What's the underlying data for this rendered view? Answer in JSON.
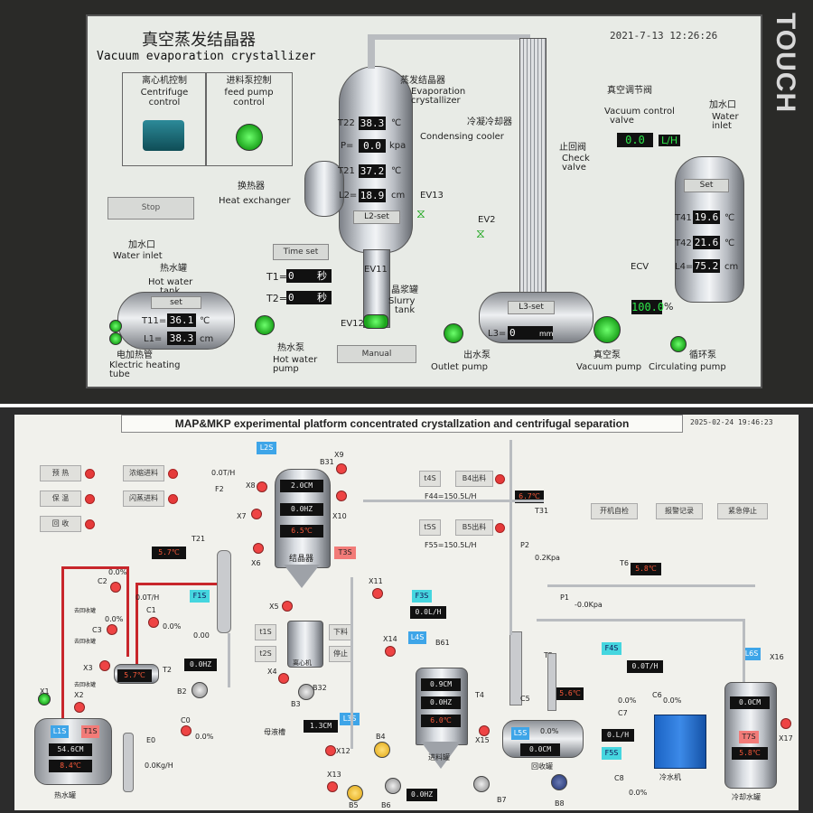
{
  "top": {
    "brand": "TOUCH",
    "title_cn": "真空蒸发结晶器",
    "title_en": "Vacuum evaporation crystallizer",
    "datetime": "2021-7-13  12:26:26",
    "centrifuge": {
      "cn": "离心机控制",
      "en1": "Centrifuge",
      "en2": "control"
    },
    "feed_pump": {
      "cn": "进料泵控制",
      "en1": "feed pump",
      "en2": "control"
    },
    "evap": {
      "cn": "蒸发结晶器",
      "en1": "Evaporation",
      "en2": "crystallizer"
    },
    "condenser": {
      "cn": "冷凝冷却器",
      "en": "Condensing cooler"
    },
    "vacuum_valve": {
      "cn": "真空调节阀",
      "en1": "Vacuum control",
      "en2": "valve"
    },
    "water_inlet_right": {
      "cn": "加水口",
      "en1": "Water",
      "en2": "inlet"
    },
    "check_valve": {
      "cn": "止回阀",
      "en1": "Check",
      "en2": "valve"
    },
    "flow_value": "0.0",
    "flow_unit": "L/H",
    "t22_label": "T22",
    "t22_value": "38.3",
    "t22_unit": "℃",
    "p_label": "P=",
    "p_value": "0.0",
    "p_unit": "kpa",
    "t21_label": "T21",
    "t21_value": "37.2",
    "t21_unit": "℃",
    "l2_label": "L2=",
    "l2_value": "18.9",
    "l2_unit": "cm",
    "l2_set": "L2-set",
    "heat_exchanger": {
      "cn": "换热器",
      "en": "Heat exchanger"
    },
    "stop": "Stop",
    "ev13": "EV13",
    "ev2": "EV2",
    "ev11": "EV11",
    "ev12": "EV12",
    "water_inlet_left": {
      "cn": "加水口",
      "en": "Water inlet"
    },
    "hot_water_tank": {
      "cn": "热水罐",
      "en1": "Hot water",
      "en2": "tank"
    },
    "tank_set": "set",
    "t11_label": "T11=",
    "t11_value": "36.1",
    "t11_unit": "℃",
    "l1_label": "L1=",
    "l1_value": "38.3",
    "l1_unit": "cm",
    "time_set": "Time set",
    "t1_label": "T1=",
    "t1_value": "0",
    "t1_unit": "秒",
    "t2_label": "T2=",
    "t2_value": "0",
    "t2_unit": "秒",
    "slurry": {
      "cn": "晶浆罐",
      "en1": "Slurry",
      "en2": "tank"
    },
    "l3_set": "L3-set",
    "l3_label": "L3=",
    "l3_value": "0",
    "l3_unit": "mm",
    "right_set": "Set",
    "t41_label": "T41",
    "t41_value": "19.6",
    "t41_unit": "℃",
    "t42_label": "T42",
    "t42_value": "21.6",
    "t42_unit": "℃",
    "l4_label": "L4=",
    "l4_value": "75.2",
    "l4_unit": "cm",
    "ecv": "ECV",
    "ecv_value": "100.0",
    "ecv_unit": "%",
    "heating_tube": {
      "cn": "电加热管",
      "en1": "Klectric heating",
      "en2": "tube"
    },
    "hot_water_pump": {
      "cn": "热水泵",
      "en1": "Hot water",
      "en2": "pump"
    },
    "manual": "Manual",
    "outlet_pump": {
      "cn": "出水泵",
      "en": "Outlet pump"
    },
    "vacuum_pump": {
      "cn": "真空泵",
      "en": "Vacuum pump"
    },
    "circ_pump": {
      "cn": "循环泵",
      "en": "Circulating pump"
    }
  },
  "bottom": {
    "title": "MAP&MKP experimental platform concentrated crystallzation and centrifugal separation",
    "datetime": "2025-02-24 19:46:23",
    "left_buttons": [
      "预  热",
      "保  温",
      "回  收"
    ],
    "mid_buttons": [
      "浓缩进料",
      "闪蒸进料"
    ],
    "right_buttons": [
      "开机自检",
      "报警记录",
      "紧急停止"
    ],
    "l2s": "L2S",
    "t4s": "t4S",
    "b4_out": "B4出料",
    "t5s": "t5S",
    "b5_out": "B5出料",
    "f44": "F44=150.5L/H",
    "f55": "F55=150.5L/H",
    "t31_value": "6.7℃",
    "t31_tag": "T31",
    "p2_tag": "P2",
    "p2_value": "0.2Kpa",
    "p1_tag": "P1",
    "p1_value": "-0.0Kpa",
    "t6_tag": "T6",
    "t6_value": "5.8℃",
    "crystallizer_values": [
      "2.0CM",
      "0.0HZ",
      "6.5℃"
    ],
    "crystallizer_label": "结晶器",
    "b31": "B31",
    "x9": "X9",
    "x8": "X8",
    "x7": "X7",
    "x6": "X6",
    "x10": "X10",
    "x11": "X11",
    "x5": "X5",
    "x4": "X4",
    "x3": "X3",
    "x2": "X2",
    "x1": "X1",
    "x12": "X12",
    "x13": "X13",
    "x14": "X14",
    "x15": "X15",
    "x16": "X16",
    "x17": "X17",
    "t3s": "T3S",
    "f2_tag": "F2",
    "f2_value": "0.0T/H",
    "t21_tag": "T21",
    "t21_value": "5.7℃",
    "c2_tag": "C2",
    "c2_value": "0.0%",
    "c1_tag": "C1",
    "c1_value": "0.0%",
    "c3_tag": "C3",
    "c3_value": "0.0%",
    "f1_value": "0.0T/H",
    "f1s": "F1S",
    "left_vlabels": [
      "去回收罐",
      "去回收罐",
      "去回收罐"
    ],
    "r_value": "0.00",
    "b2_value": "0.0HZ",
    "b2_tag": "B2",
    "t2_tag": "T2",
    "t1s": "T1S",
    "l1s": "L1S",
    "hot_tank_values": [
      "54.6CM",
      "8.4℃"
    ],
    "hot_tank_label": "热水罐",
    "t22_value": "5.7℃",
    "e0_tag": "E0",
    "c0_tag": "C0",
    "c0_value": "0.0%",
    "flow_e0": "0.0Kg/H",
    "f3s": "F3S",
    "f3_value": "0.0L/H",
    "t1s_btn": "t1S",
    "t2s_btn": "t2S",
    "feed_btn": "下料",
    "stop_btn": "停止",
    "centrifuge_label": "离心机",
    "b3": "B3",
    "b32": "B32",
    "l3s": "L3S",
    "mother_tank_label": "母液槽",
    "mother_value": "1.3CM",
    "l4s": "L4S",
    "b61": "B61",
    "feed_tank_values": [
      "0.9CM",
      "0.0HZ",
      "6.0℃"
    ],
    "feed_tank_label": "进料罐",
    "t4_tag": "T4",
    "b4": "B4",
    "b5": "B5",
    "b6": "B6",
    "b7": "B7",
    "b8": "B8",
    "b6_value": "0.0HZ",
    "l5s": "L5S",
    "c5_tag": "C5",
    "c5_value": "0.0%",
    "recovery_value": "0.0CM",
    "recovery_label": "回收罐",
    "t5_tag": "T5",
    "t5_value": "5.6℃",
    "f4s": "F4S",
    "f4_value": "0.0T/H",
    "c7_tag": "C7",
    "c7_value": "0.0%",
    "c6_tag": "C6",
    "c6_value": "0.0%",
    "f5_value": "0.L/H",
    "f5s": "F5S",
    "c8_tag": "C8",
    "c8_value": "0.0%",
    "chiller_label": "冷水机",
    "l6s": "L6S",
    "cool_value": "0.0CM",
    "t7s": "T7S",
    "cool_temp": "5.8℃",
    "cool_tank_label": "冷却水罐"
  }
}
